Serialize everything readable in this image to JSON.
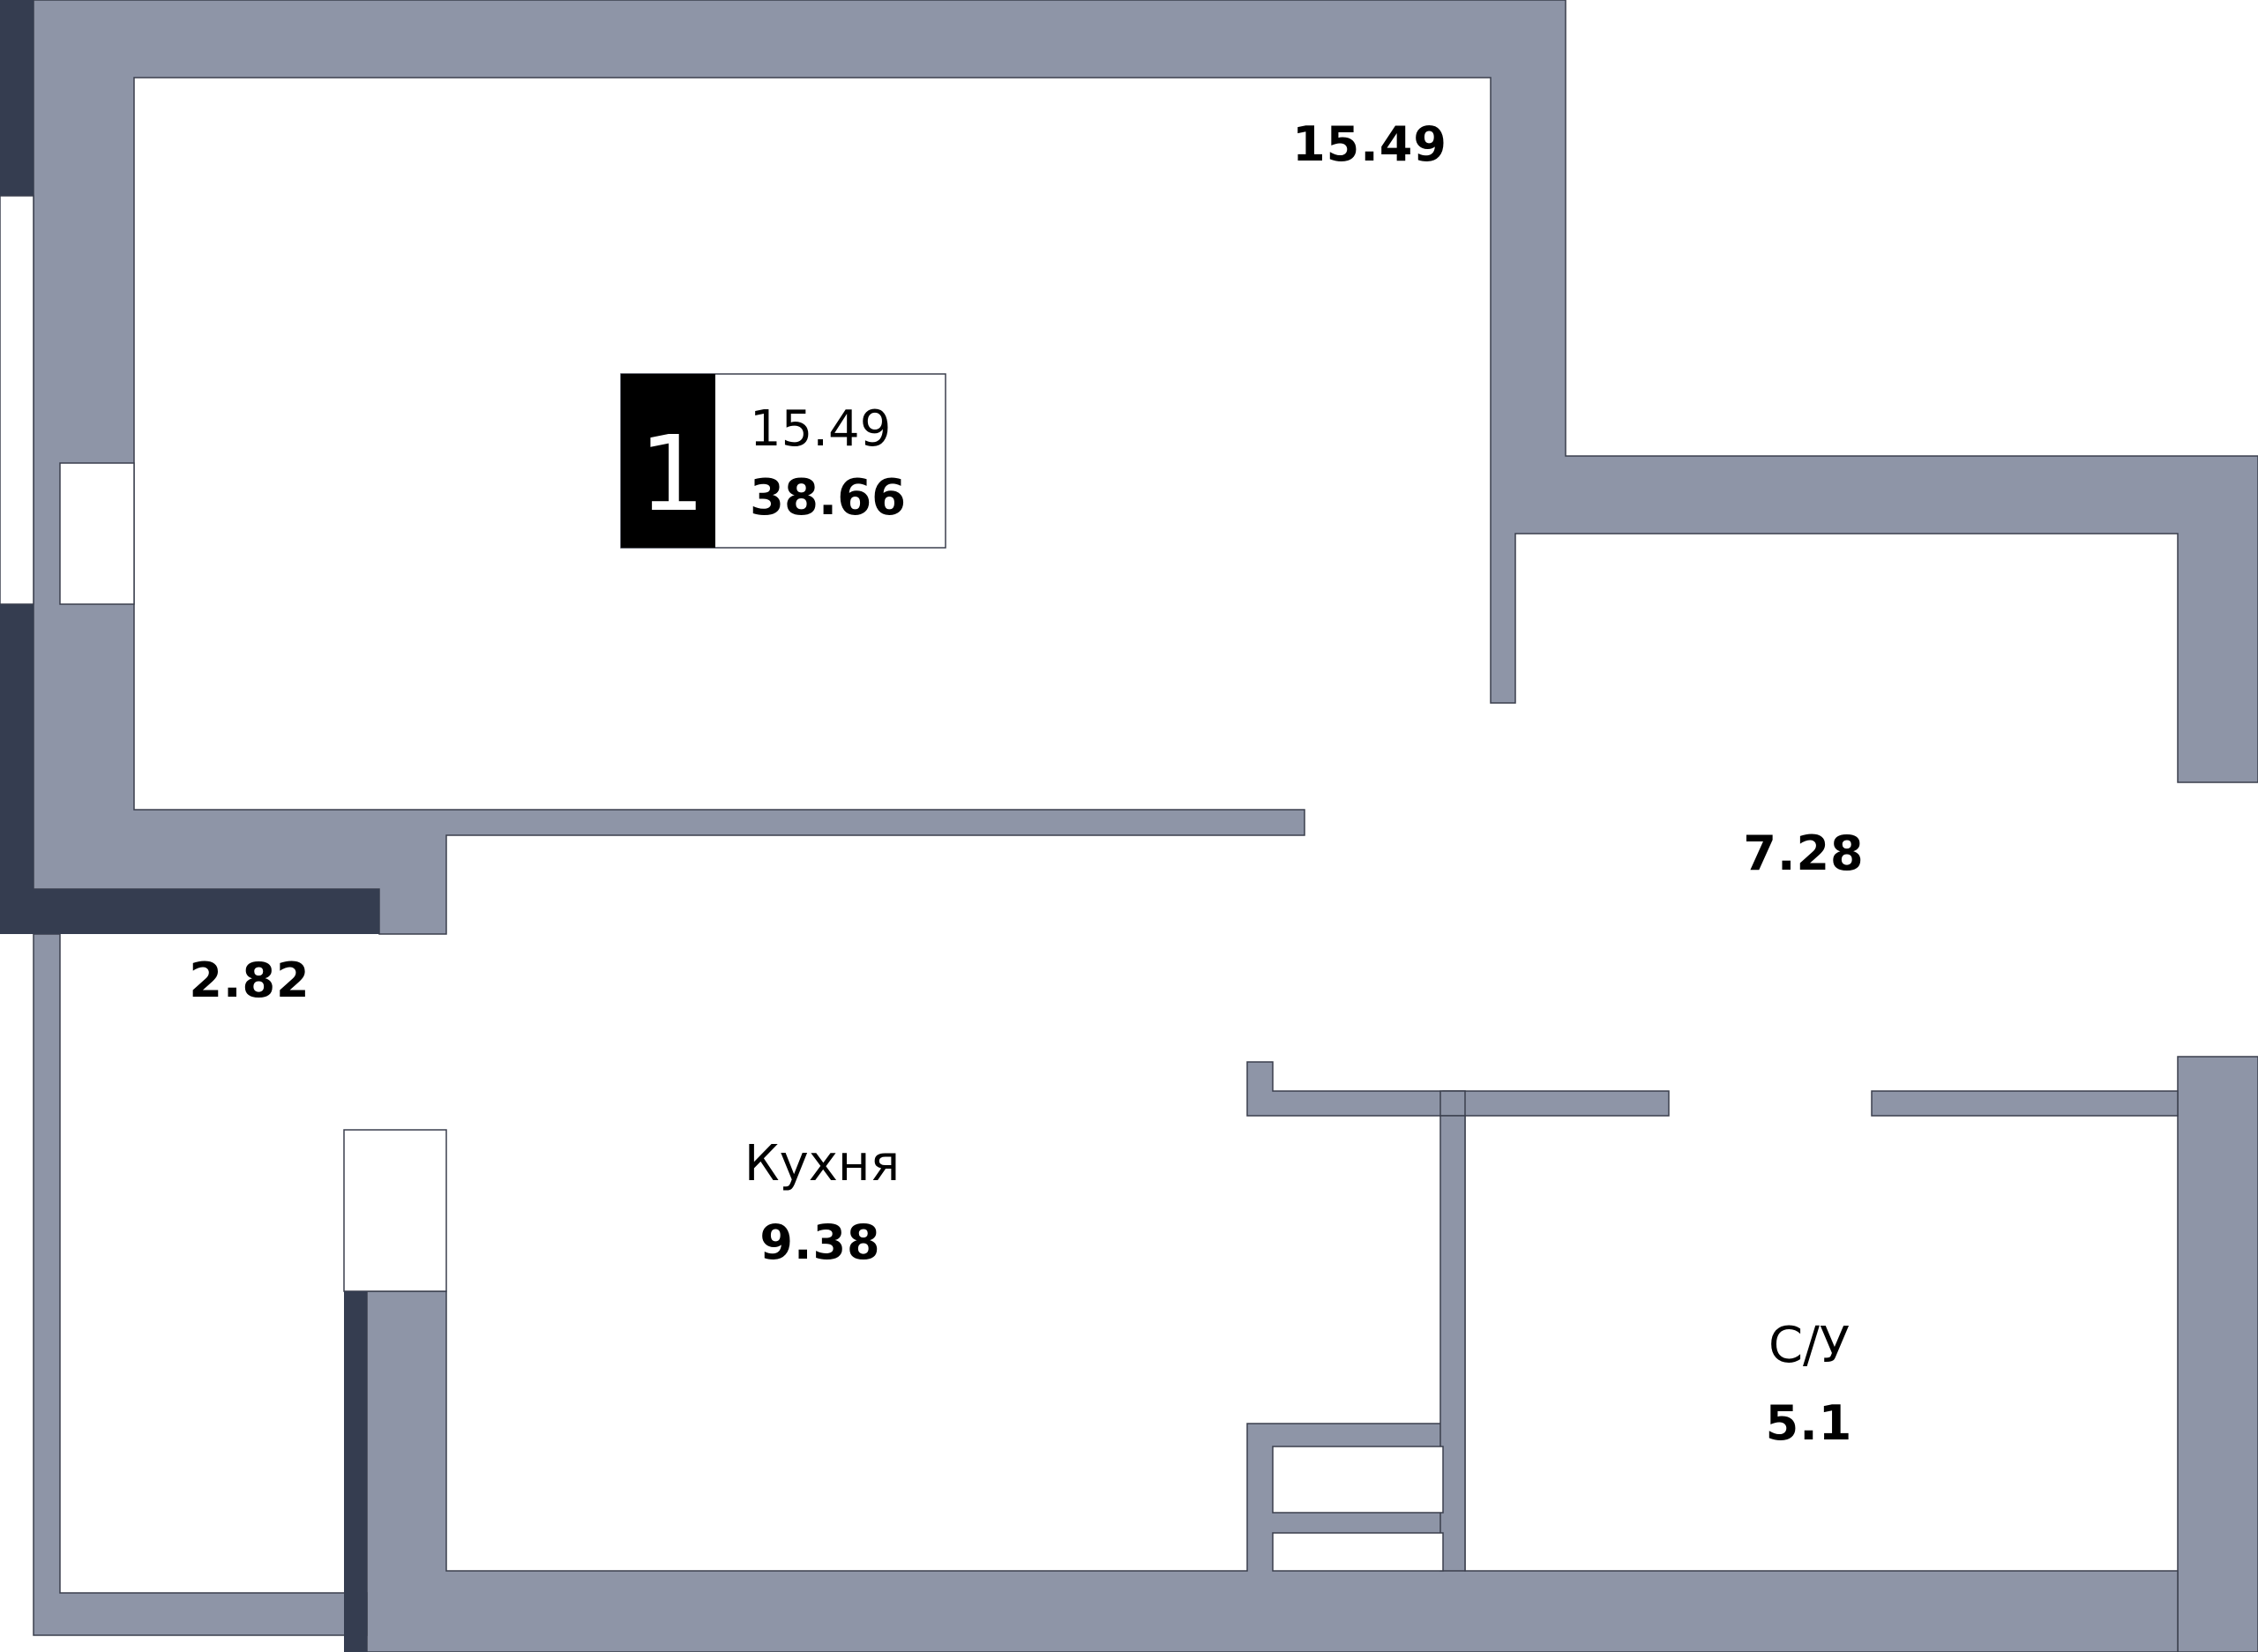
{
  "colors": {
    "wall": "#8e95a7",
    "exterior_wall": "#353d50",
    "floor": "#ffffff",
    "outline": "#3a3f4d",
    "text": "#000000",
    "badge_bg": "#000000"
  },
  "badge": {
    "rooms": "1",
    "living_area": "15.49",
    "total_area": "38.66"
  },
  "rooms": {
    "bedroom": {
      "area": "15.49"
    },
    "hallway": {
      "area": "7.28"
    },
    "balcony": {
      "area": "2.82"
    },
    "kitchen": {
      "name": "Кухня",
      "area": "9.38"
    },
    "bathroom": {
      "name": "С/У",
      "area": "5.1"
    }
  }
}
